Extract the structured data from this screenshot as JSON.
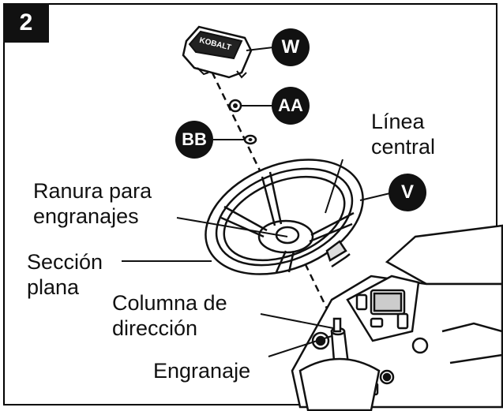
{
  "step": {
    "number": "2"
  },
  "parts": {
    "W": "W",
    "AA": "AA",
    "BB": "BB",
    "V": "V"
  },
  "labels": {
    "linea_central": [
      "Línea",
      "central"
    ],
    "ranura": [
      "Ranura para",
      "engranajes"
    ],
    "seccion": [
      "Sección",
      "plana"
    ],
    "columna": [
      "Columna de",
      "dirección"
    ],
    "engranaje": "Engranaje"
  },
  "cap_logo_text": "KOBALT"
}
